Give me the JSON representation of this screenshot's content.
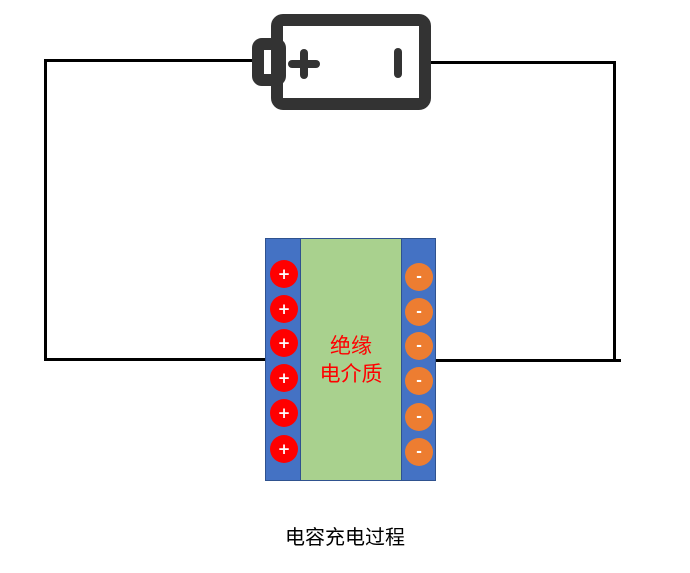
{
  "diagram": {
    "title": "电容充电过程",
    "battery": {
      "icon": "battery-icon",
      "positive_symbol": "+",
      "negative_symbol": "−"
    },
    "capacitor": {
      "dielectric_label_line1": "绝缘",
      "dielectric_label_line2": "电介质",
      "left_plate_charges": [
        "+",
        "+",
        "+",
        "+",
        "+",
        "+"
      ],
      "right_plate_charges": [
        "-",
        "-",
        "-",
        "-",
        "-",
        "-"
      ]
    },
    "colors": {
      "plate": "#4472c4",
      "dielectric": "#a9d18e",
      "positive_charge": "#ff0000",
      "negative_charge": "#ed7d31",
      "label_text": "#ff0000",
      "wire": "#000000",
      "battery": "#333333"
    }
  }
}
